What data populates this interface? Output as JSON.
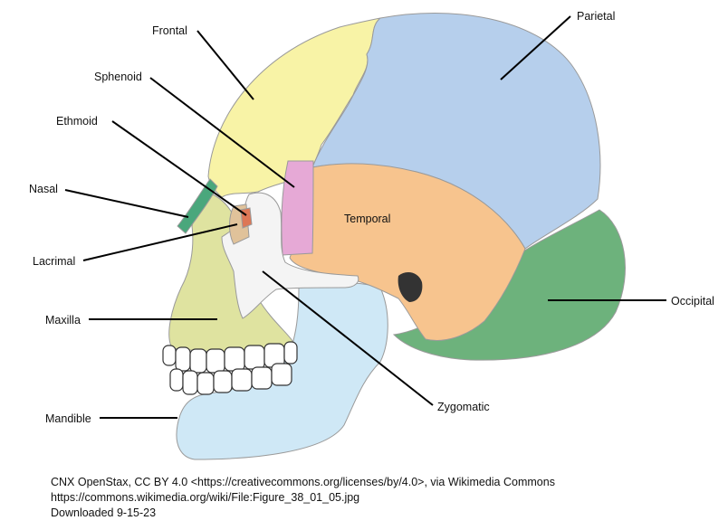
{
  "labels": {
    "frontal": "Frontal",
    "parietal": "Parietal",
    "sphenoid": "Sphenoid",
    "ethmoid": "Ethmoid",
    "nasal": "Nasal",
    "temporal": "Temporal",
    "lacrimal": "Lacrimal",
    "maxilla": "Maxilla",
    "occipital": "Occipital",
    "mandible": "Mandible",
    "zygomatic": "Zygomatic"
  },
  "credit": {
    "line1": "CNX OpenStax, CC BY 4.0 <https://creativecommons.org/licenses/by/4.0>, via Wikimedia Commons",
    "line2": "https://commons.wikimedia.org/wiki/File:Figure_38_01_05.jpg",
    "line3": "Downloaded 9-15-23"
  },
  "colors": {
    "frontal": "#f8f3a6",
    "parietal": "#b6cfec",
    "temporal": "#f7c48e",
    "sphenoid": "#e6a9d6",
    "occipital": "#6db27c",
    "nasal": "#4aa77c",
    "maxilla": "#dfe3a0",
    "mandible": "#cfe8f6",
    "zygomatic": "#f2f2f2",
    "ethmoid": "#dd7755",
    "lacrimal": "#e0c29a"
  }
}
